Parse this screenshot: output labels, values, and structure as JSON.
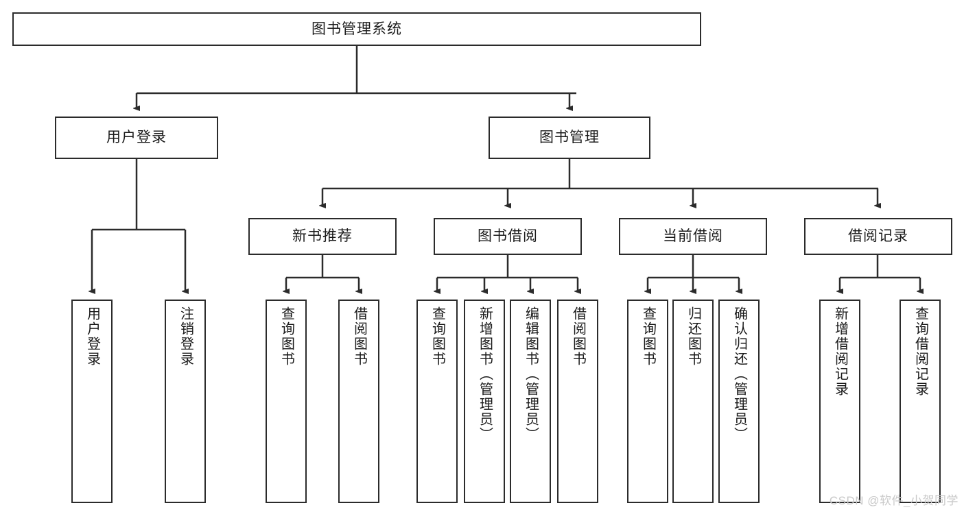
{
  "diagram": {
    "title": "图书管理系统",
    "type": "tree",
    "watermark": "CSDN @软件_小贺同学",
    "colors": {
      "box_border": "#2b2b2b",
      "box_fill": "#ffffff",
      "connector": "#2b2b2b",
      "text": "#1a1a1a",
      "watermark": "#c9c9c9"
    },
    "nodes": {
      "root": {
        "label": "图书管理系统",
        "level": 1
      },
      "l2": [
        {
          "id": "user-login",
          "label": "用户登录"
        },
        {
          "id": "book-manage",
          "label": "图书管理"
        }
      ],
      "l3": [
        {
          "id": "new-book-rec",
          "label": "新书推荐",
          "parent": "book-manage"
        },
        {
          "id": "book-borrow",
          "label": "图书借阅",
          "parent": "book-manage"
        },
        {
          "id": "current-borrow",
          "label": "当前借阅",
          "parent": "book-manage"
        },
        {
          "id": "borrow-record",
          "label": "借阅记录",
          "parent": "book-manage"
        }
      ],
      "leaves": [
        {
          "id": "leaf-user-login",
          "label": "用户登录",
          "parent": "user-login"
        },
        {
          "id": "leaf-logout",
          "label": "注销登录",
          "parent": "user-login"
        },
        {
          "id": "leaf-query-book-1",
          "label": "查询图书",
          "parent": "new-book-rec"
        },
        {
          "id": "leaf-borrow-book-1",
          "label": "借阅图书",
          "parent": "new-book-rec"
        },
        {
          "id": "leaf-query-book-2",
          "label": "查询图书",
          "parent": "book-borrow"
        },
        {
          "id": "leaf-add-book",
          "label": "新增图书（管理员）",
          "parent": "book-borrow"
        },
        {
          "id": "leaf-edit-book",
          "label": "编辑图书（管理员）",
          "parent": "book-borrow"
        },
        {
          "id": "leaf-borrow-book-2",
          "label": "借阅图书",
          "parent": "book-borrow"
        },
        {
          "id": "leaf-query-book-3",
          "label": "查询图书",
          "parent": "current-borrow"
        },
        {
          "id": "leaf-return-book",
          "label": "归还图书",
          "parent": "current-borrow"
        },
        {
          "id": "leaf-confirm-return",
          "label": "确认归还（管理员）",
          "parent": "current-borrow"
        },
        {
          "id": "leaf-add-record",
          "label": "新增借阅记录",
          "parent": "borrow-record"
        },
        {
          "id": "leaf-query-record",
          "label": "查询借阅记录",
          "parent": "borrow-record"
        }
      ]
    }
  }
}
